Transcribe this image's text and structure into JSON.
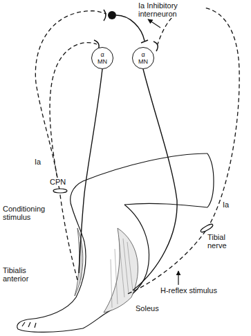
{
  "diagram": {
    "nodes": [
      {
        "text": [
          "α MN"
        ]
      },
      {
        "text": [
          "α MN"
        ]
      }
    ],
    "labels": [
      "Ia Inhibitory interneuron",
      "Ia",
      "CPN",
      "Conditioning stimulus",
      "Tibialis anterior",
      "Soleus",
      "Ia",
      "Tibial nerve",
      "H-reflex stimulus"
    ]
  }
}
